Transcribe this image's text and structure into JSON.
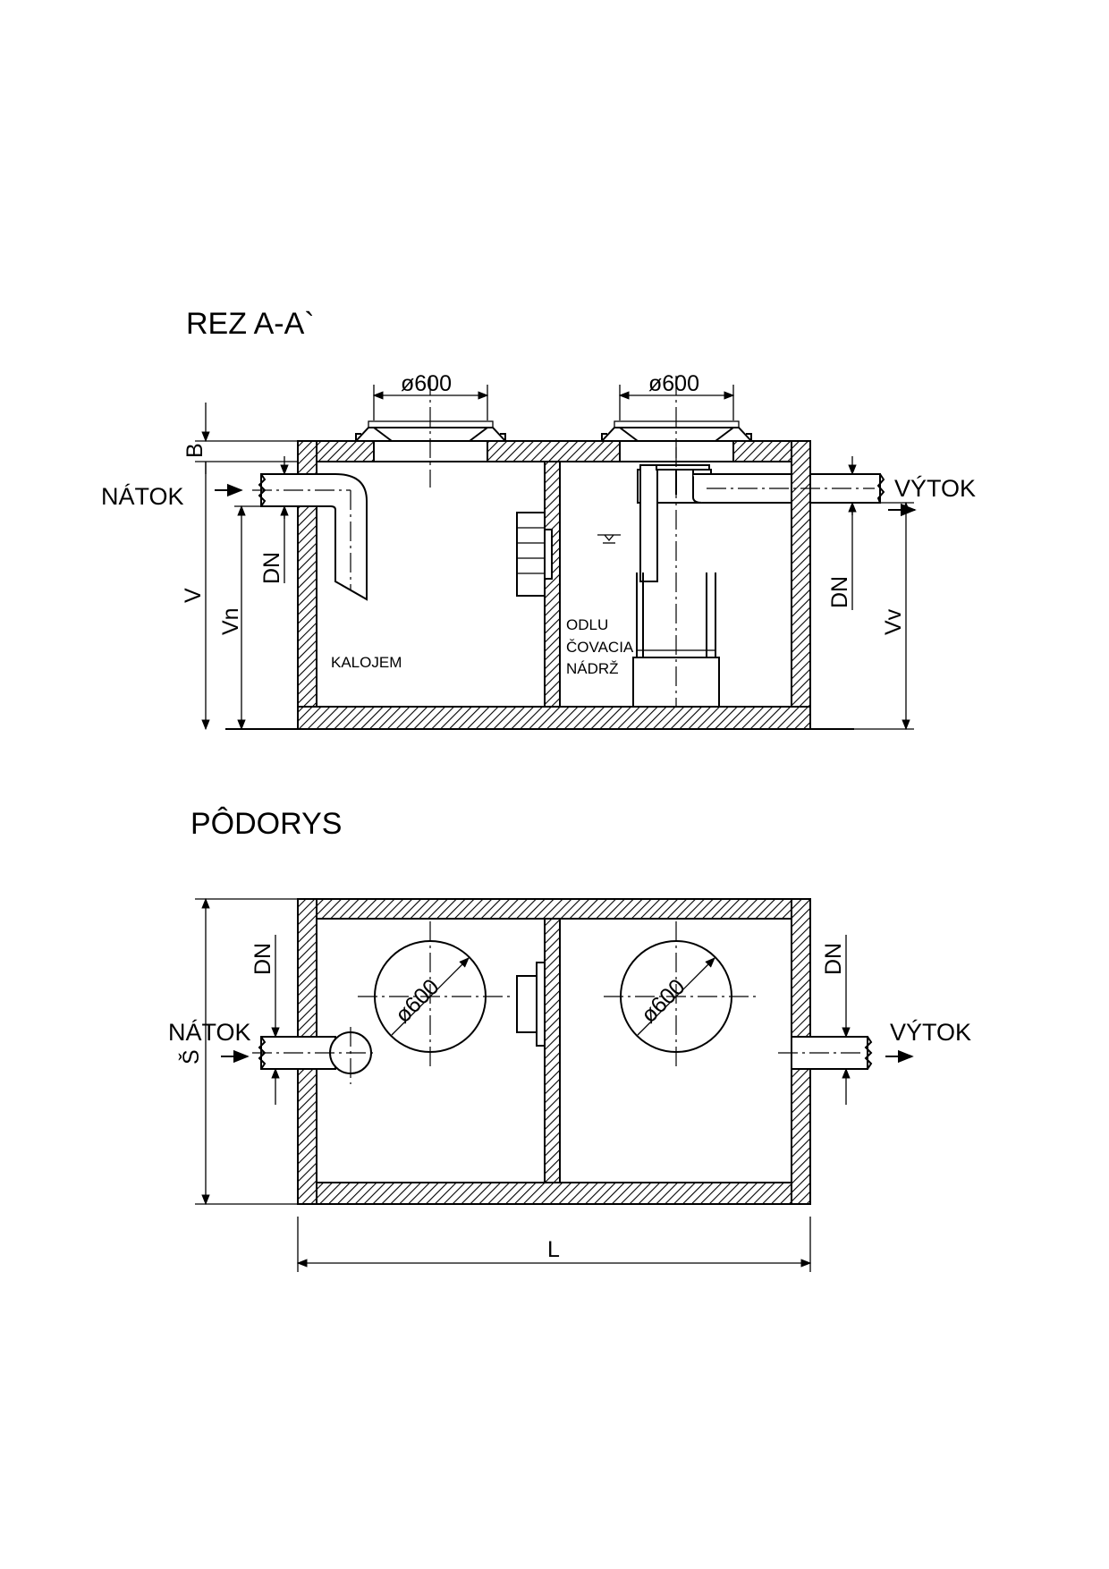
{
  "section": {
    "title": "REZ  A-A`",
    "manhole_left_label": "ø600",
    "manhole_right_label": "ø600",
    "inlet_label": "NÁTOK",
    "outlet_label": "VÝTOK",
    "chamber_left_label": "KALOJEM",
    "chamber_right_label_1": "ODLU",
    "chamber_right_label_2": "ČOVACIA",
    "chamber_right_label_3": "NÁDRŽ",
    "dim_B": "B",
    "dim_V": "V",
    "dim_Vn": "Vn",
    "dim_DN_inlet": "DN",
    "dim_DN_outlet": "DN",
    "dim_Vv": "Vv"
  },
  "plan": {
    "title": "PÔDORYS",
    "manhole_left_label": "ø600",
    "manhole_right_label": "ø600",
    "inlet_label": "NÁTOK",
    "outlet_label": "VÝTOK",
    "dim_S": "Š",
    "dim_DN_inlet": "DN",
    "dim_DN_outlet": "DN",
    "dim_L": "L"
  }
}
